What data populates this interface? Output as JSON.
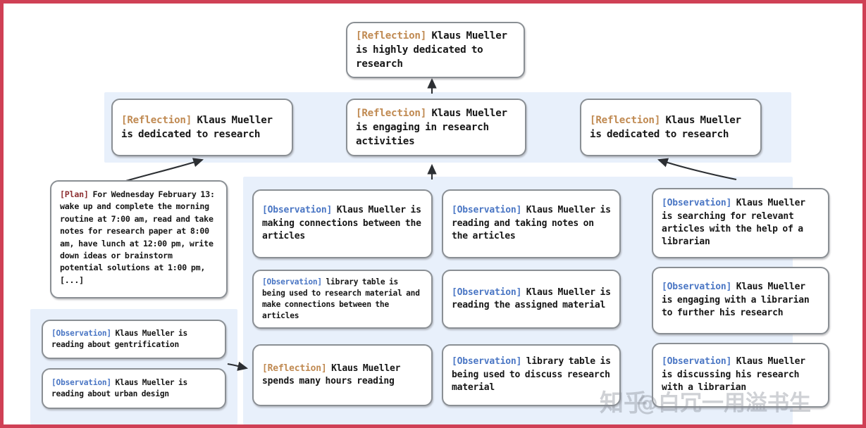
{
  "meta": {
    "border_color": "#cf4055",
    "panel_color": "#e8f0fb",
    "node_border_color": "#8a8f94",
    "reflection_tag_color": "#c08a52",
    "observation_tag_color": "#4a76c4",
    "plan_tag_color": "#8d2f31"
  },
  "labels": {
    "reflection": "[Reflection]",
    "observation": "[Observation]",
    "plan": "[Plan]"
  },
  "top_node": {
    "tag": "[Reflection]",
    "text": " Klaus Mueller is highly dedicated to research"
  },
  "reflection_row": [
    {
      "tag": "[Reflection]",
      "text": " Klaus Mueller is dedicated to research"
    },
    {
      "tag": "[Reflection]",
      "text": " Klaus Mueller is engaging in research activities"
    },
    {
      "tag": "[Reflection]",
      "text": " Klaus Mueller is dedicated to research"
    }
  ],
  "plan_node": {
    "tag": "[Plan]",
    "text": " For Wednesday February 13: wake up and complete the morning routine at 7:00 am, read and take notes for research paper at 8:00 am, have lunch at 12:00 pm, write down ideas or brainstorm potential solutions at 1:00 pm, [...]"
  },
  "left_panel_nodes": [
    {
      "tag": "[Observation]",
      "text": " Klaus Mueller is reading about gentrification"
    },
    {
      "tag": "[Observation]",
      "text": " Klaus Mueller is reading about urban design"
    }
  ],
  "column_one_nodes": [
    {
      "tag": "[Observation]",
      "text": " Klaus Mueller is making connections between the articles"
    },
    {
      "tag": "[Observation]",
      "text": " library table is being used to research material and make connections between the articles"
    },
    {
      "tag": "[Reflection]",
      "text": " Klaus Mueller spends many hours reading"
    }
  ],
  "column_two_nodes": [
    {
      "tag": "[Observation]",
      "text": " Klaus Mueller is reading and taking notes on the articles"
    },
    {
      "tag": "[Observation]",
      "text": " Klaus Mueller is reading the assigned material"
    },
    {
      "tag": "[Observation]",
      "text": " library table is being used to discuss research material"
    }
  ],
  "column_three_nodes": [
    {
      "tag": "[Observation]",
      "text": " Klaus Mueller is searching for relevant articles with the help of a librarian"
    },
    {
      "tag": "[Observation]",
      "text": " Klaus Mueller is engaging with a librarian to further his research"
    },
    {
      "tag": "[Observation]",
      "text": " Klaus Mueller is discussing his research with a librarian"
    }
  ],
  "watermark": {
    "logo": "知乎",
    "handle": "@白冗一用溢书生"
  }
}
